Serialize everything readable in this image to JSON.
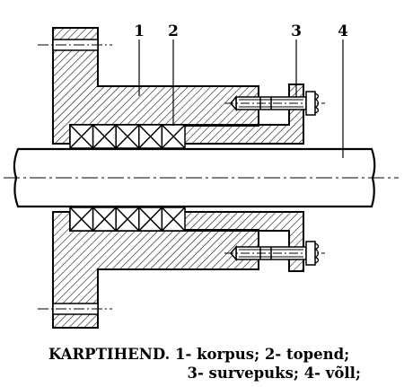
{
  "labels": {
    "corpus": "1",
    "gland": "2",
    "bolt": "3",
    "shaft": "4"
  },
  "caption": {
    "line1": "KARPTIHEND. 1- korpus; 2- topend;",
    "line2": "3- survepuks; 4- võll;"
  },
  "colors": {
    "ink": "#000000",
    "paper": "#ffffff"
  }
}
